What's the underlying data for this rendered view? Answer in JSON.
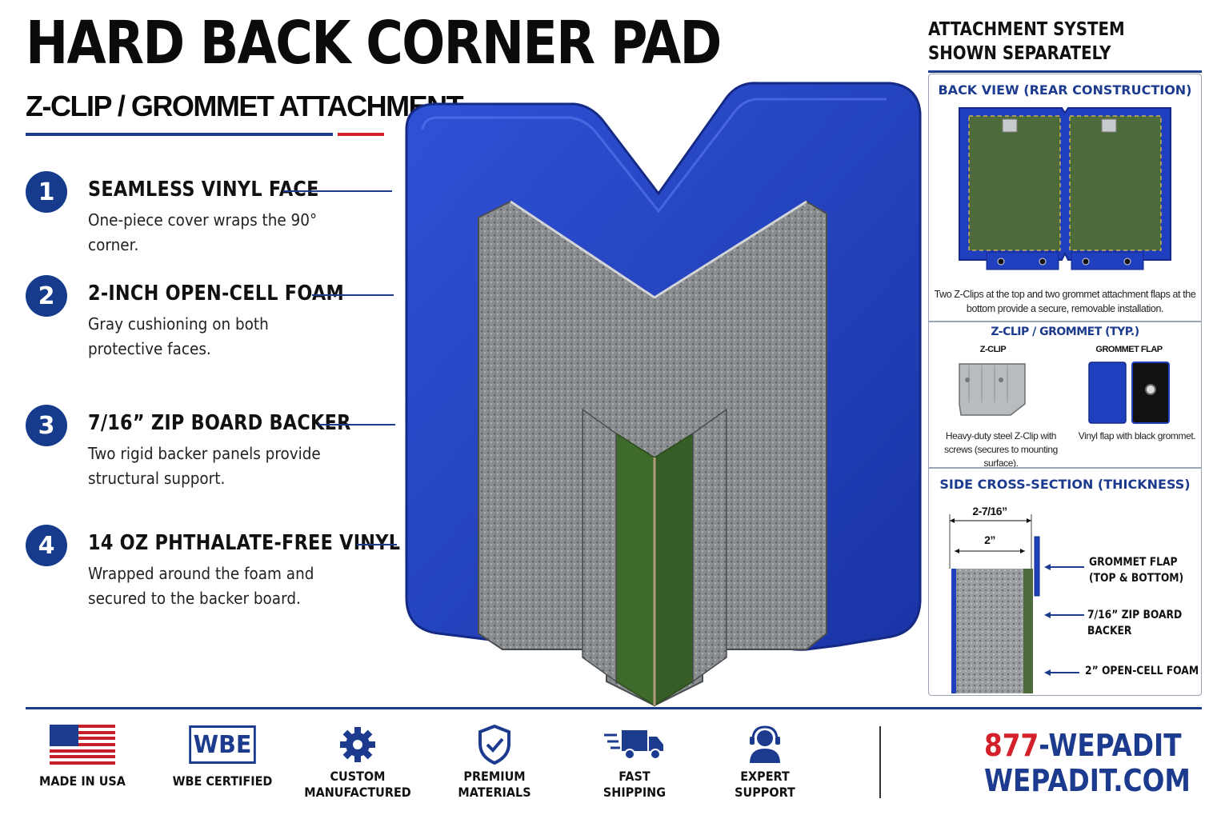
{
  "header": {
    "title": "HARD BACK CORNER PAD",
    "subtitle": "Z-CLIP / GROMMET ATTACHMENT"
  },
  "features": [
    {
      "number": "1",
      "heading": "SEAMLESS VINYL FACE",
      "description": "One-piece cover wraps the 90° corner."
    },
    {
      "number": "2",
      "heading": "2-INCH OPEN-CELL FOAM",
      "description": "Gray cushioning on both protective faces."
    },
    {
      "number": "3",
      "heading": "7/16” ZIP BOARD BACKER",
      "description": "Two rigid backer panels provide structural support."
    },
    {
      "number": "4",
      "heading": "14 OZ PHTHALATE-FREE VINYL",
      "description": "Wrapped around the foam and secured to the backer board."
    }
  ],
  "panel": {
    "heading_line1": "ATTACHMENT SYSTEM",
    "heading_line2": "SHOWN SEPARATELY",
    "back_view": {
      "title": "BACK VIEW (REAR CONSTRUCTION)",
      "caption": "Two Z-Clips at the top and two grommet attachment flaps at the bottom provide a secure, removable installation."
    },
    "typical": {
      "title": "Z-CLIP / GROMMET (TYP.)",
      "zclip_label": "Z-CLIP",
      "zclip_caption": "Heavy-duty steel Z-Clip with screws (secures to mounting surface).",
      "flap_label": "GROMMET FLAP",
      "flap_caption": "Vinyl flap with black grommet."
    },
    "cross_section": {
      "title": "SIDE CROSS-SECTION (THICKNESS)",
      "dim_total": "2-7/16”",
      "dim_foam": "2”",
      "callout_flap_line1": "GROMMET FLAP",
      "callout_flap_line2": "(TOP & BOTTOM)",
      "callout_backer_line1": "7/16” ZIP BOARD",
      "callout_backer_line2": "BACKER",
      "callout_foam": "2” OPEN-CELL FOAM"
    }
  },
  "footer": {
    "badges": [
      {
        "icon": "us-flag-icon",
        "line1": "MADE IN USA",
        "line2": ""
      },
      {
        "icon": "wbe-logo-icon",
        "line1": "WBE CERTIFIED",
        "line2": ""
      },
      {
        "icon": "gear-icon",
        "line1": "CUSTOM",
        "line2": "MANUFACTURED"
      },
      {
        "icon": "shield-check-icon",
        "line1": "PREMIUM",
        "line2": "MATERIALS"
      },
      {
        "icon": "truck-icon",
        "line1": "FAST",
        "line2": "SHIPPING"
      },
      {
        "icon": "headset-icon",
        "line1": "EXPERT",
        "line2": "SUPPORT"
      }
    ],
    "wbe_logo_text": "WBE",
    "phone_prefix": "877",
    "phone_suffix": "-WEPADIT",
    "website": "WEPADIT.COM"
  },
  "colors": {
    "brand_blue": "#1c3b8f",
    "vinyl_blue": "#1f3fbf",
    "accent_red": "#d4202a",
    "foam_gray": "#8a8d90",
    "zip_green": "#3e6a2c"
  }
}
